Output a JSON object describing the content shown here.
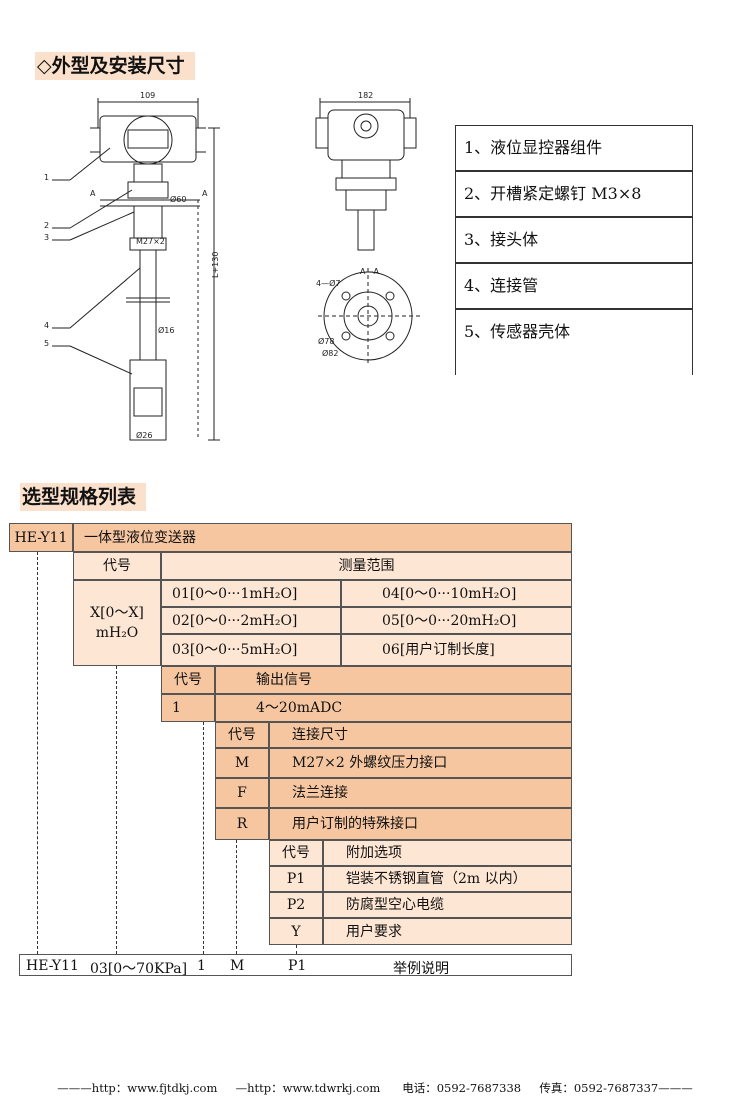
{
  "section1": {
    "title": "◇外型及安装尺寸"
  },
  "section2": {
    "title": "选型规格列表"
  },
  "drawing": {
    "dims": {
      "top_width": "109",
      "side_width": "182",
      "length": "L+130",
      "pipe": "Ø16",
      "sensor": "Ø26",
      "section_label": "A—A",
      "bolt": "4—Ø7",
      "flange_d1": "Ø78",
      "flange_d2": "Ø82",
      "thread": "M27×2",
      "left_a": "A",
      "right_a": "A",
      "small_dim": "Ø60"
    },
    "callouts": [
      "1",
      "2",
      "3",
      "4",
      "5"
    ]
  },
  "legend": [
    "1、液位显控器组件",
    "2、开槽紧定螺钉 M3×8",
    "3、接头体",
    "4、连接管",
    "5、传感器壳体"
  ],
  "spec": {
    "model": "HE-Y11",
    "model_desc": "一体型液位变送器",
    "range": {
      "code_header": "代号",
      "header": "测量范围",
      "code": "X[0～X]",
      "code_unit": "mH₂O",
      "items_left": [
        "01[0～0···1mH₂O]",
        "02[0～0···2mH₂O]",
        "03[0～0···5mH₂O]"
      ],
      "items_right": [
        "04[0～0···10mH₂O]",
        "05[0～0···20mH₂O]",
        "06[用户订制长度]"
      ]
    },
    "output": {
      "code_header": "代号",
      "header": "输出信号",
      "rows": [
        {
          "code": "1",
          "desc": "4～20mADC"
        }
      ]
    },
    "connection": {
      "code_header": "代号",
      "header": "连接尺寸",
      "rows": [
        {
          "code": "M",
          "desc": "M27×2 外螺纹压力接口"
        },
        {
          "code": "F",
          "desc": "法兰连接"
        },
        {
          "code": "R",
          "desc": "用户订制的特殊接口"
        }
      ]
    },
    "options": {
      "code_header": "代号",
      "header": "附加选项",
      "rows": [
        {
          "code": "P1",
          "desc": "铠装不锈钢直管（2m 以内）"
        },
        {
          "code": "P2",
          "desc": "防腐型空心电缆"
        },
        {
          "code": "Y",
          "desc": "用户要求"
        }
      ]
    },
    "example": {
      "model": "HE-Y11",
      "range": "03[0～70KPa]",
      "output": "1",
      "connection": "M",
      "option": "P1",
      "label": "举例说明"
    }
  },
  "footer": {
    "text": "———http：www.fjtdkj.com     —http：www.tdwrkj.com      电话：0592-7687338     传真：0592-7687337———"
  }
}
